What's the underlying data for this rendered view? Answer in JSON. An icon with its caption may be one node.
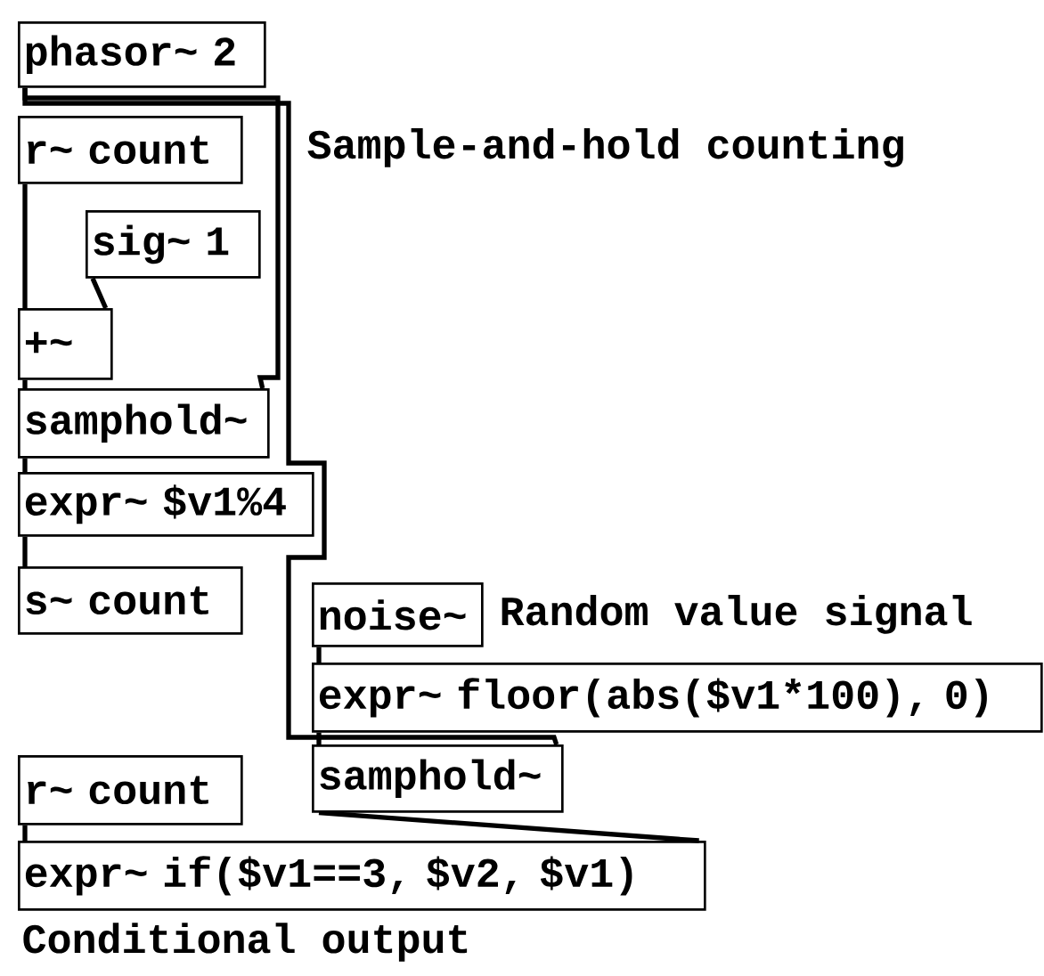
{
  "diagram": {
    "nodes": [
      {
        "text": [
          "phasor~ 2"
        ]
      },
      {
        "text": [
          "r~ count"
        ]
      },
      {
        "text": [
          "sig~ 1"
        ]
      },
      {
        "text": [
          "+~"
        ]
      },
      {
        "text": [
          "samphold~"
        ]
      },
      {
        "text": [
          "expr~ $v1%4"
        ]
      },
      {
        "text": [
          "s~ count"
        ]
      },
      {
        "text": [
          "noise~"
        ]
      },
      {
        "text": [
          "expr~ floor(abs($v1*100), 0)"
        ]
      },
      {
        "text": [
          "samphold~"
        ]
      },
      {
        "text": [
          "r~ count"
        ]
      },
      {
        "text": [
          "expr~ if($v1==3, $v2, $v1)"
        ]
      }
    ],
    "edges": [
      {
        "from": 0,
        "to": 4,
        "arrow": "none"
      },
      {
        "from": 0,
        "to": 9,
        "arrow": "none"
      },
      {
        "from": 1,
        "to": 3,
        "arrow": "none"
      },
      {
        "from": 2,
        "to": 3,
        "arrow": "none"
      },
      {
        "from": 3,
        "to": 4,
        "arrow": "none"
      },
      {
        "from": 4,
        "to": 5,
        "arrow": "none"
      },
      {
        "from": 5,
        "to": 6,
        "arrow": "none"
      },
      {
        "from": 7,
        "to": 8,
        "arrow": "none"
      },
      {
        "from": 8,
        "to": 9,
        "arrow": "none"
      },
      {
        "from": 9,
        "to": 11,
        "arrow": "none"
      },
      {
        "from": 10,
        "to": 11,
        "arrow": "none"
      }
    ],
    "labels": [
      "Sample-and-hold counting",
      "Random value signal",
      "Conditional output"
    ]
  }
}
